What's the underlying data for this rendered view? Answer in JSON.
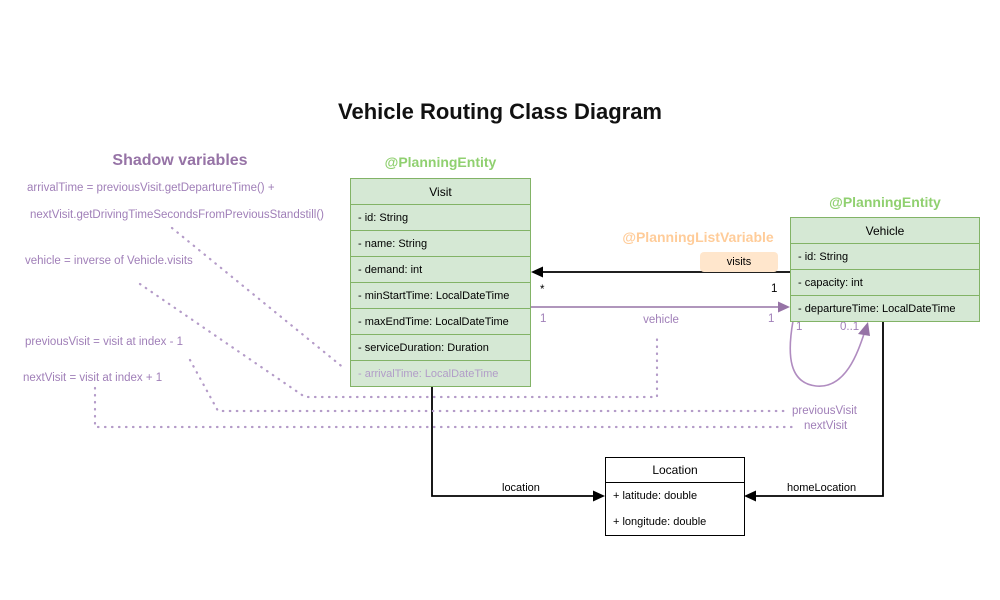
{
  "title": "Vehicle Routing Class Diagram",
  "colors": {
    "class_fill_green": "#d5e8d4",
    "class_stroke_green": "#82b366",
    "annotation_green": "#90d070",
    "annotation_orange": "#ffcc99",
    "chip_fill_orange": "#ffe6cc",
    "purple": "#9673a6",
    "purple_light": "#b49bc8",
    "black": "#000000"
  },
  "shadow": {
    "heading": "Shadow variables",
    "lines": [
      "arrivalTime = previousVisit.getDepartureTime() +",
      "nextVisit.getDrivingTimeSecondsFromPreviousStandstill()",
      "vehicle = inverse of Vehicle.visits",
      "previousVisit = visit at index - 1",
      "nextVisit = visit at index + 1"
    ]
  },
  "classes": {
    "visit": {
      "annotation": "@PlanningEntity",
      "name": "Visit",
      "fields": [
        {
          "text": "- id: String"
        },
        {
          "text": "- name: String"
        },
        {
          "text": "- demand: int"
        },
        {
          "text": "- minStartTime: LocalDateTime"
        },
        {
          "text": "- maxEndTime: LocalDateTime"
        },
        {
          "text": "- serviceDuration: Duration"
        },
        {
          "text": "- arrivalTime: LocalDateTime"
        }
      ]
    },
    "vehicle": {
      "annotation": "@PlanningEntity",
      "name": "Vehicle",
      "fields": [
        {
          "text": "- id: String"
        },
        {
          "text": "- capacity: int"
        },
        {
          "text": "- departureTime: LocalDateTime"
        }
      ]
    },
    "location": {
      "name": "Location",
      "fields": [
        {
          "text": "+ latitude: double"
        },
        {
          "text": "+ longitude: double"
        }
      ]
    }
  },
  "assoc": {
    "visits": {
      "annotation": "@PlanningListVariable",
      "label": "visits",
      "target_mult": "*",
      "source_mult": "1"
    },
    "vehicle": {
      "label": "vehicle",
      "left_mult": "1",
      "right_mult": "1"
    },
    "selfloop": {
      "left_mult": "1",
      "right_mult": "0..1"
    },
    "previous_visit": {
      "label": "previousVisit"
    },
    "next_visit": {
      "label": "nextVisit"
    },
    "location": {
      "label": "location"
    },
    "home_location": {
      "label": "homeLocation"
    }
  }
}
